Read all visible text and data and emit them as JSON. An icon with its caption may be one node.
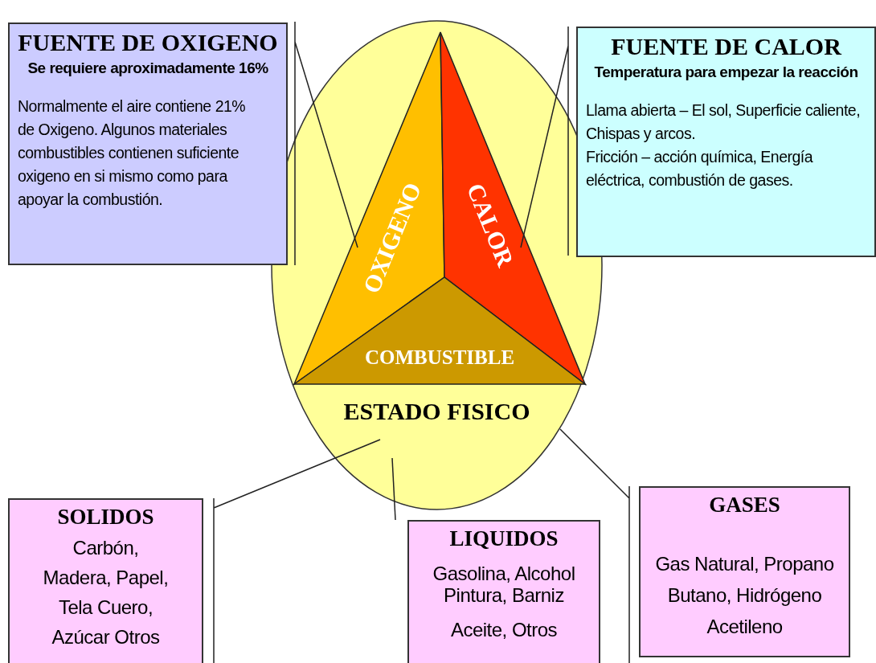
{
  "diagram": {
    "nodes": [
      {
        "text": [
          "FUENTE DE OXIGENO",
          "Se requiere aproximadamente 16%",
          "Normalmente el aire contiene 21% de Oxigeno. Algunos materiales combustibles contienen suficiente oxigeno en si mismo como para apoyar la combustión."
        ]
      },
      {
        "text": [
          "FUENTE DE CALOR",
          "Temperatura para empezar la reacción",
          "Llama abierta – El sol, Superficie caliente, Chispas y arcos.",
          "Fricción – acción química, Energía eléctrica, combustión de gases."
        ]
      },
      {
        "text": [
          "ESTADO FISICO"
        ]
      },
      {
        "text": [
          "OXIGENO"
        ],
        "in": 2
      },
      {
        "text": [
          "CALOR"
        ],
        "in": 2
      },
      {
        "text": [
          "COMBUSTIBLE"
        ],
        "in": 2
      },
      {
        "text": [
          "SOLIDOS",
          "Carbón, Madera, Papel, Tela Cuero, Azúcar Otros"
        ]
      },
      {
        "text": [
          "LIQUIDOS",
          "Gasolina, Alcohol Pintura, Barniz",
          "Aceite, Otros"
        ]
      },
      {
        "text": [
          "GASES",
          "Gas Natural, Propano Butano, Hidrógeno Acetileno"
        ]
      }
    ],
    "edges": [
      {
        "from": 0,
        "to": 3,
        "arrow": "none"
      },
      {
        "from": 1,
        "to": 4,
        "arrow": "none"
      },
      {
        "from": 6,
        "to": 2,
        "arrow": "none"
      },
      {
        "from": 7,
        "to": 2,
        "arrow": "none"
      },
      {
        "from": 8,
        "to": 2,
        "arrow": "none"
      }
    ]
  }
}
